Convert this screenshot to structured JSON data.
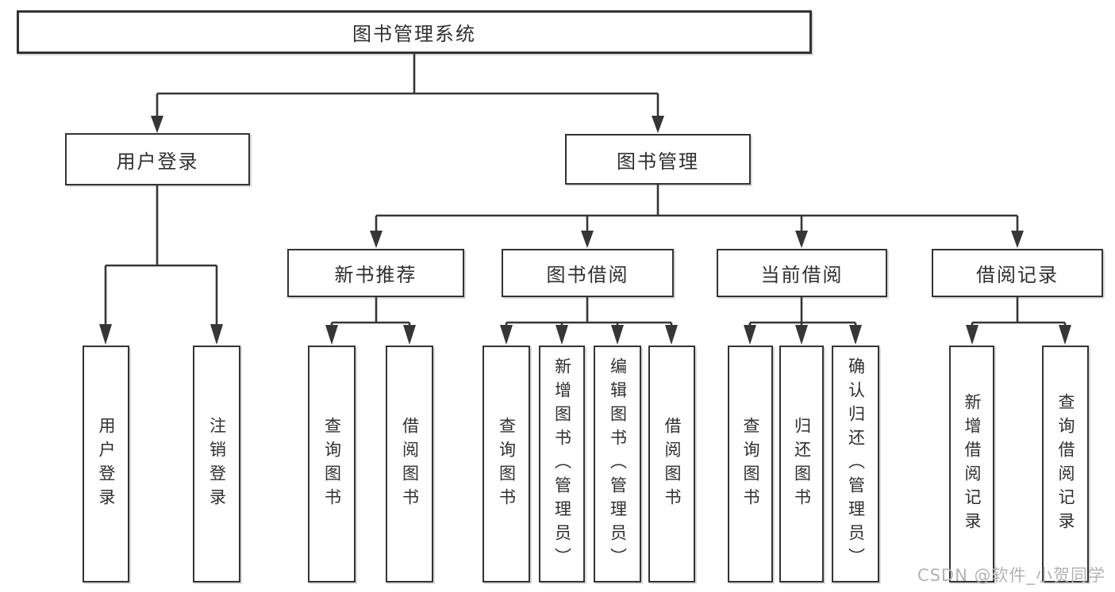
{
  "nodes": {
    "root": "图书管理系统",
    "user_login": "用户登录",
    "book_management": "图书管理",
    "new_book_recommend": "新书推荐",
    "book_borrow": "图书借阅",
    "current_borrow": "当前借阅",
    "borrow_records": "借阅记录",
    "login_children": {
      "user_login": "用户登录",
      "logout": "注销登录"
    },
    "recommend_children": {
      "query_books": "查询图书",
      "borrow_books": "借阅图书"
    },
    "borrow_children": {
      "query_books": "查询图书",
      "add_books_admin": "新增图书（管理员）",
      "edit_books_admin": "编辑图书（管理员）",
      "borrow_books": "借阅图书"
    },
    "current_children": {
      "query_books": "查询图书",
      "return_books": "归还图书",
      "confirm_return_admin": "确认归还（管理员）"
    },
    "records_children": {
      "add_record": "新增借阅记录",
      "query_record": "查询借阅记录"
    }
  },
  "watermark": "CSDN @软件_小贺同学",
  "colors": {
    "line": "#363636",
    "text": "#2f2f2f",
    "watermark": "#b3b3b3",
    "background": "#ffffff"
  }
}
